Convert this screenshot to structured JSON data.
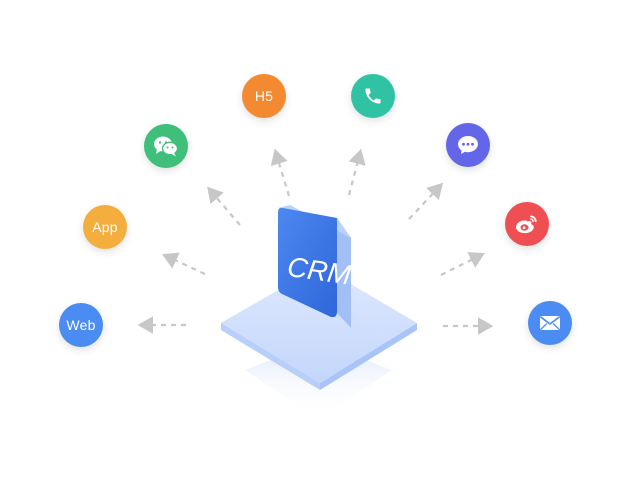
{
  "center": {
    "label": "CRM"
  },
  "channels": [
    {
      "id": "web",
      "label": "Web",
      "icon": "",
      "color": "#4a8cf2"
    },
    {
      "id": "app",
      "label": "App",
      "icon": "",
      "color": "#f4ae3d"
    },
    {
      "id": "wechat",
      "label": "",
      "icon": "wechat-icon",
      "color": "#3fbf7a"
    },
    {
      "id": "h5",
      "label": "H5",
      "icon": "",
      "color": "#f38a32"
    },
    {
      "id": "phone",
      "label": "",
      "icon": "phone-icon",
      "color": "#2fc3a3"
    },
    {
      "id": "chat",
      "label": "",
      "icon": "chat-bubble-icon",
      "color": "#6466ea"
    },
    {
      "id": "weibo",
      "label": "",
      "icon": "weibo-icon",
      "color": "#ef4f52"
    },
    {
      "id": "email",
      "label": "",
      "icon": "envelope-icon",
      "color": "#4a8cf2"
    }
  ],
  "colors": {
    "platform_top": "#c9dafc",
    "platform_side": "#a9c4f7",
    "cube_front": "#3d7ae8",
    "cube_side": "#9fbdf5",
    "arrow": "#c7c7c7"
  }
}
